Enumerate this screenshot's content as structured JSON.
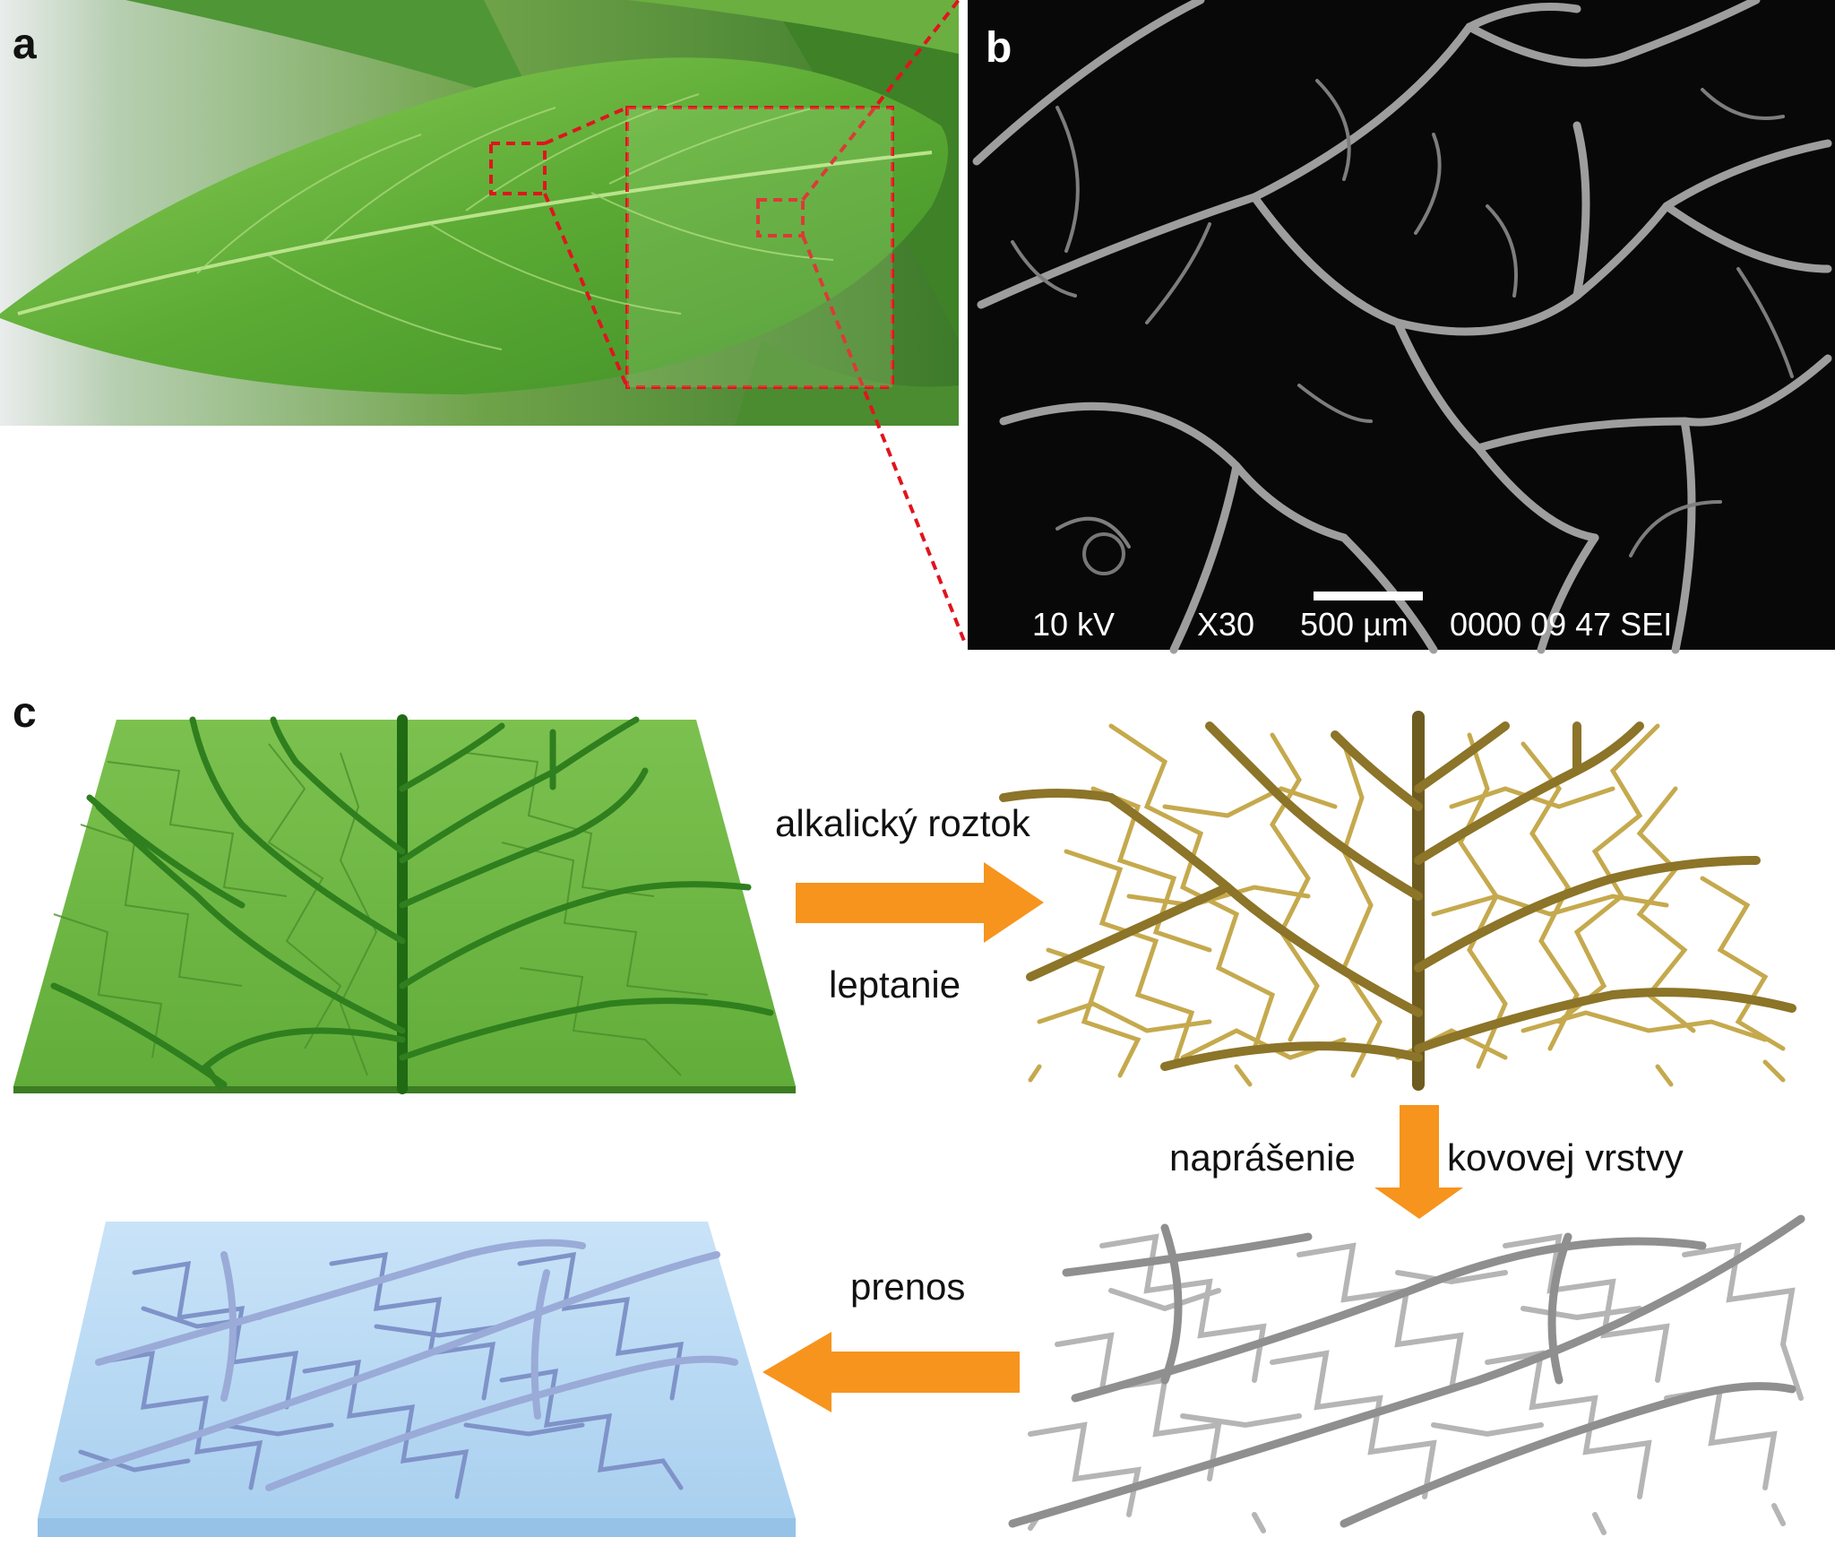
{
  "panels": {
    "a": {
      "letter": "a"
    },
    "b": {
      "letter": "b"
    },
    "c": {
      "letter": "c"
    }
  },
  "sem_info": {
    "voltage": "10 kV",
    "magnification": "X30",
    "scale": "500 µm",
    "code": "0000 09 47 SEI"
  },
  "process_steps": {
    "etch_top": "alkalický roztok",
    "etch_bottom": "leptanie",
    "sputter_left": "naprášenie",
    "sputter_right": "kovovej vrstvy",
    "transfer": "prenos"
  },
  "colors": {
    "arrow": "#f7941d",
    "zoom_box": "#e0141e",
    "leaf_green": "#69b13c",
    "vein_gold": "#a98f3a",
    "metal_gray": "#9a9a9a",
    "substrate_blue": "#b9d9f3"
  }
}
